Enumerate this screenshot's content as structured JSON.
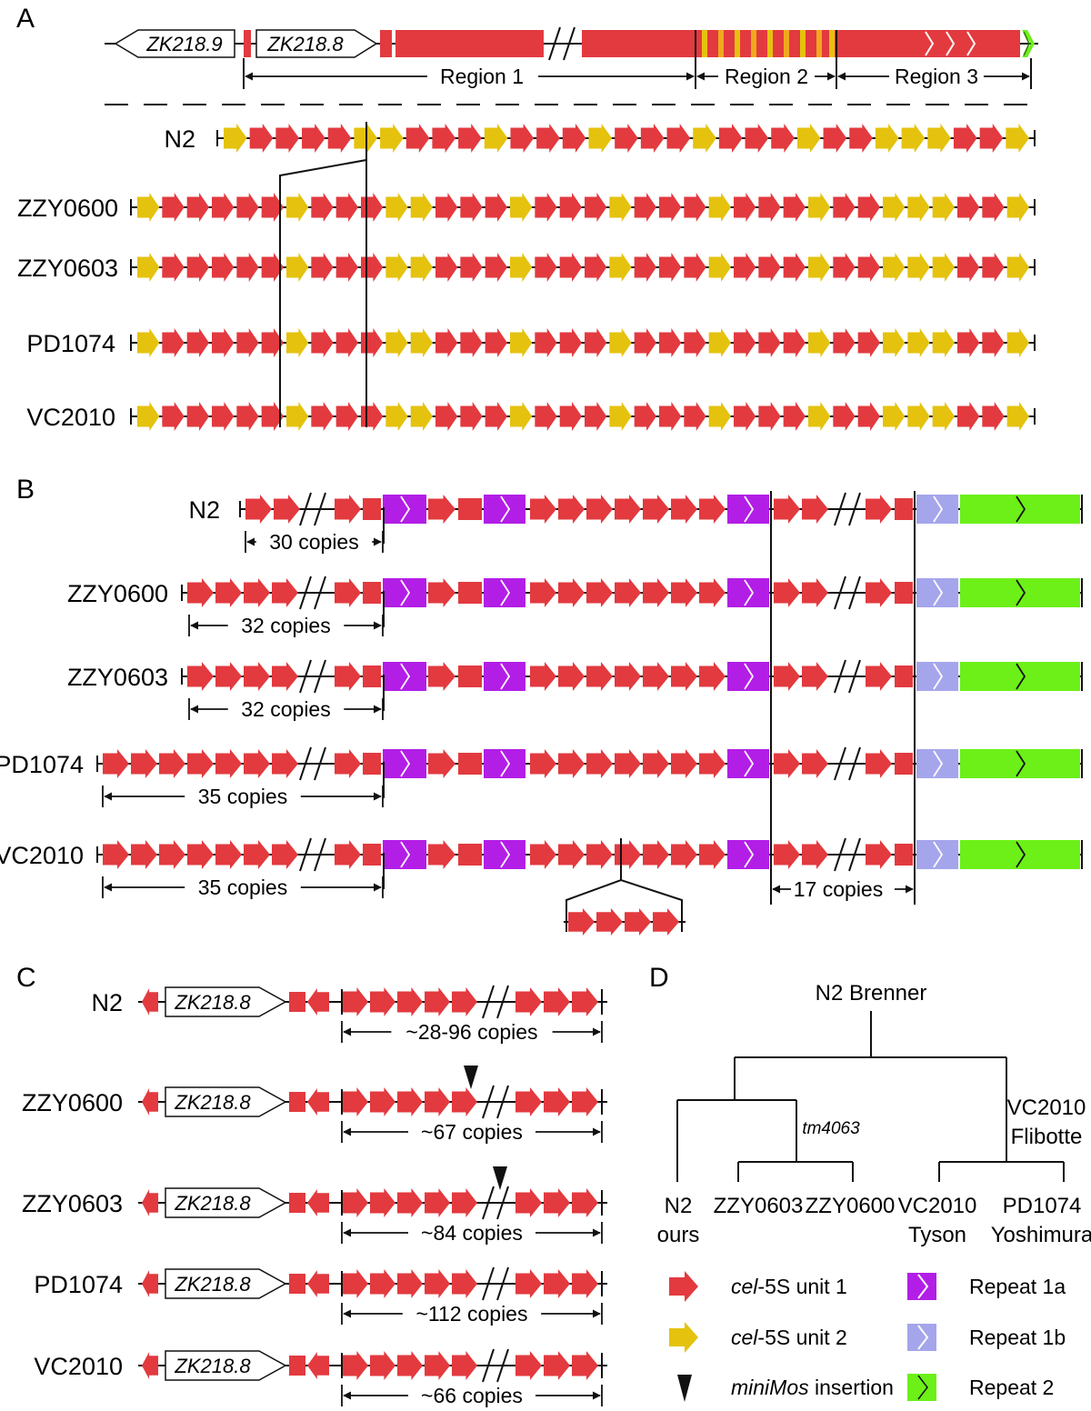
{
  "colors": {
    "unit1": "#e23a3f",
    "unit2": "#e5c20e",
    "repeat_1a": "#b21ee6",
    "repeat_1b": "#a5a5ec",
    "repeat_2": "#6cf018",
    "line": "#111111"
  },
  "panels": {
    "a": "A",
    "b": "B",
    "c": "C",
    "d": "D"
  },
  "panel_a": {
    "genes": [
      "ZK218.9",
      "ZK218.8"
    ],
    "regions": [
      "Region 1",
      "Region 2",
      "Region 3"
    ],
    "strains": [
      "N2",
      "ZZY0600",
      "ZZY0603",
      "PD1074",
      "VC2010"
    ],
    "n2_pattern": "YRRRRYYRRRYRRRYRRRYRRRYRRYYYRRY",
    "pattern": "YRRRRRYRRRYYRRRYRRRYRRRYRRRYRRYYYRRY"
  },
  "panel_b": {
    "strains": [
      "N2",
      "ZZY0600",
      "ZZY0603",
      "PD1074",
      "VC2010"
    ],
    "copies": [
      "30 copies",
      "32 copies",
      "32 copies",
      "35 copies",
      "35 copies"
    ],
    "copies_17": "17 copies"
  },
  "panel_c": {
    "gene": "ZK218.8",
    "strains": [
      "N2",
      "ZZY0600",
      "ZZY0603",
      "PD1074",
      "VC2010"
    ],
    "copies": [
      "~28-96 copies",
      "~67 copies",
      "~84 copies",
      "~112 copies",
      "~66 copies"
    ]
  },
  "panel_d": {
    "root": "N2 Brenner",
    "node_tm4063": "tm4063",
    "node_vc2010": [
      "VC2010",
      "Flibotte"
    ],
    "leaves": [
      [
        "N2",
        "ours"
      ],
      [
        "ZZY0603",
        ""
      ],
      [
        "ZZY0600",
        ""
      ],
      [
        "VC2010",
        "Tyson"
      ],
      [
        "PD1074",
        "Yoshimura"
      ]
    ]
  },
  "legend": {
    "unit1_prefix": "cel",
    "unit1_rest": "-5S unit 1",
    "unit2_prefix": "cel",
    "unit2_rest": "-5S unit 2",
    "insertion_prefix": "miniMos",
    "insertion_rest": " insertion",
    "repeat_1a": "Repeat 1a",
    "repeat_1b": "Repeat 1b",
    "repeat_2": "Repeat 2"
  }
}
